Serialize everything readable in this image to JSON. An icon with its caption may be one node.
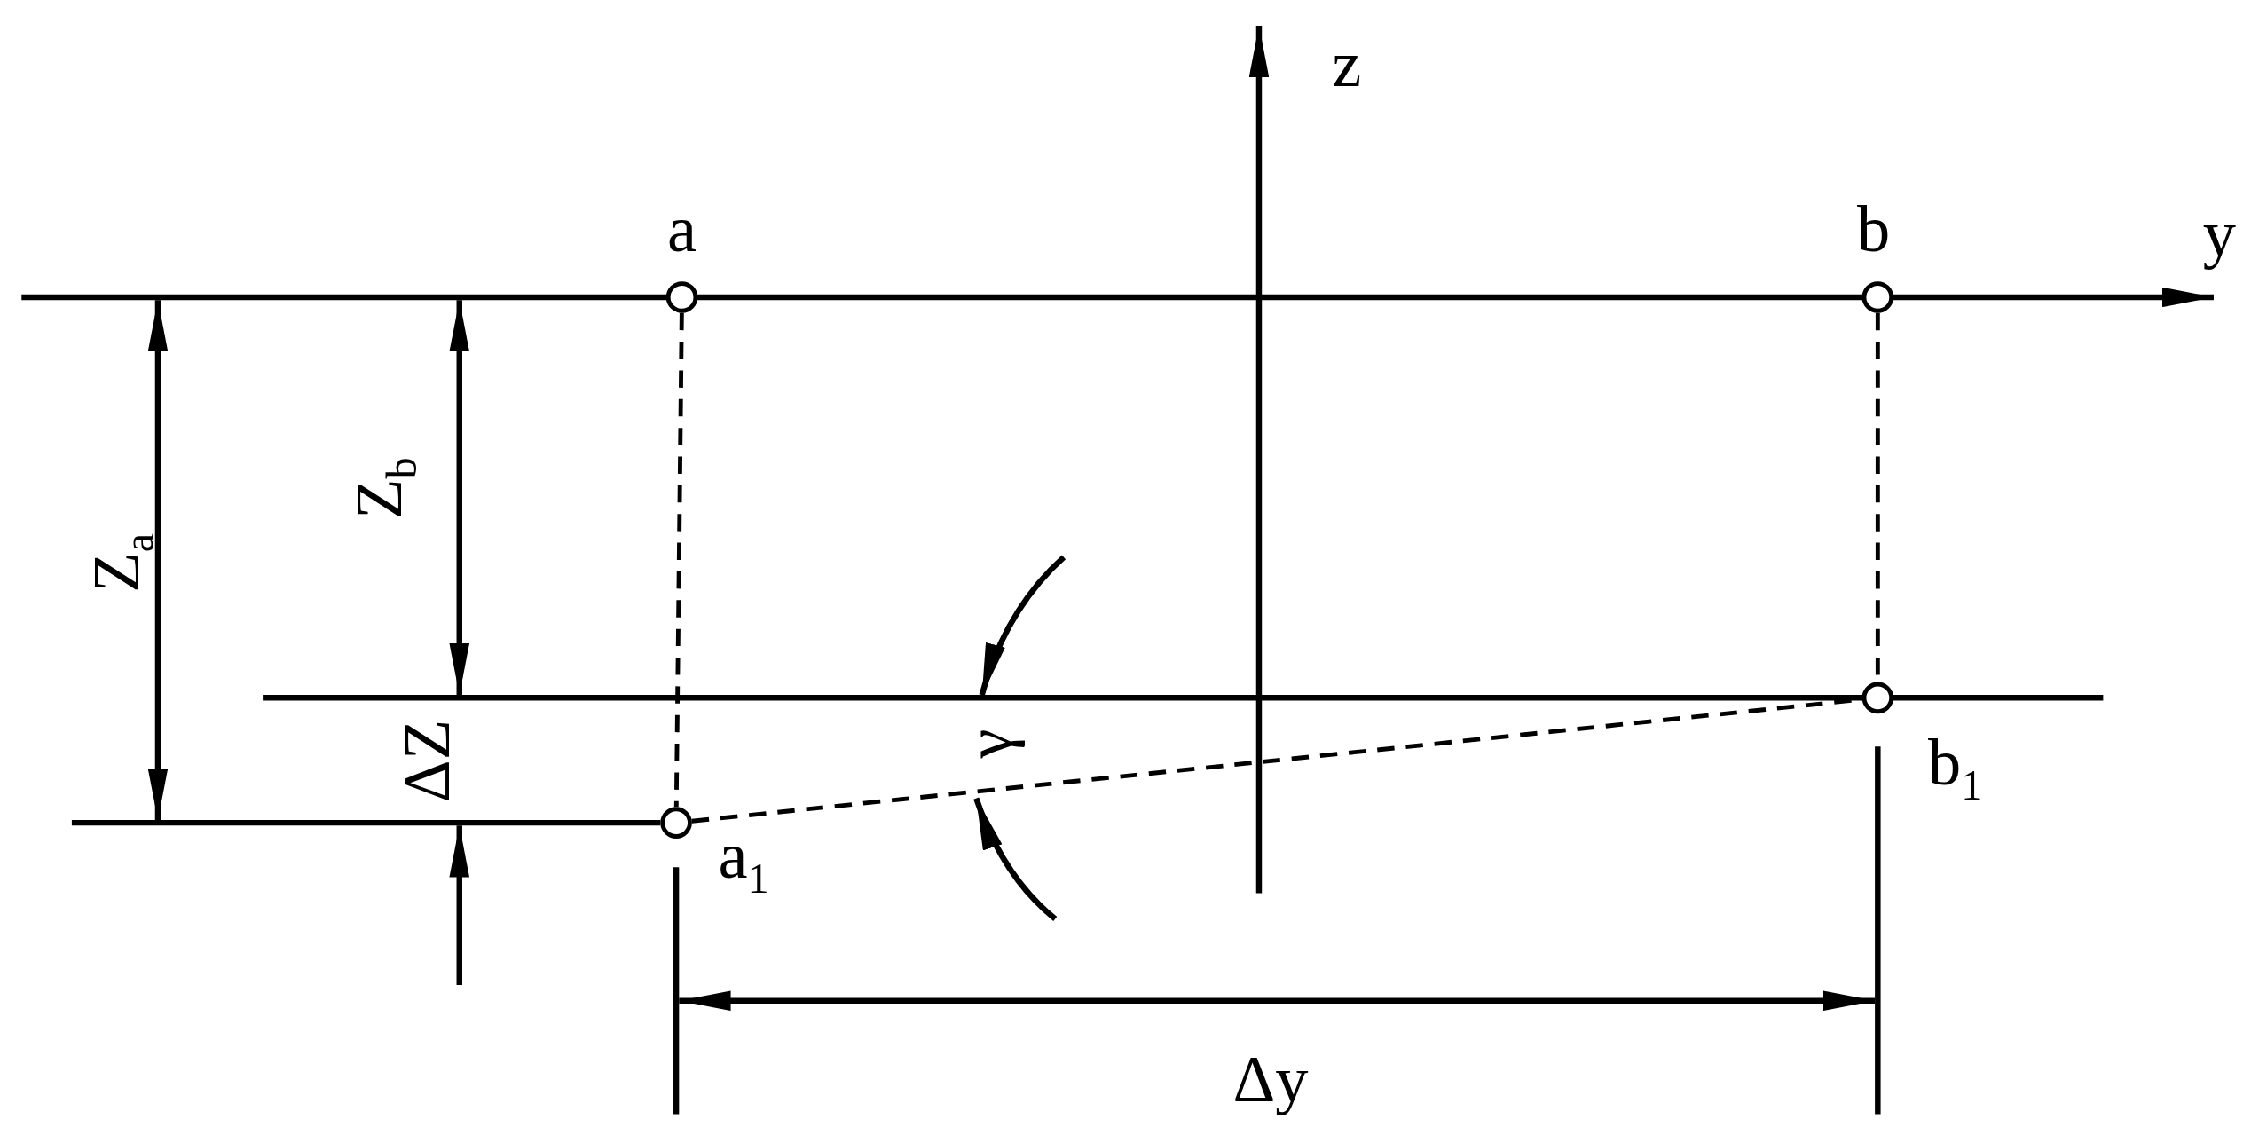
{
  "diagram": {
    "nodes": [
      {
        "text": [
          "a"
        ]
      },
      {
        "text": [
          "b"
        ]
      },
      {
        "text": [
          "a$_{1}$"
        ]
      },
      {
        "text": [
          "b$_{1}$"
        ]
      }
    ],
    "edges": [
      {
        "from": 0,
        "to": 2,
        "arrow": "none",
        "style": "dashed"
      },
      {
        "from": 1,
        "to": 3,
        "arrow": "none",
        "style": "dashed"
      },
      {
        "from": 2,
        "to": 3,
        "arrow": "none",
        "style": "dashed"
      }
    ],
    "labels": [
      "z",
      "y",
      "Z$_{a}$",
      "Z$_{b}$",
      "ΔZ",
      "γ",
      "Δy"
    ]
  }
}
